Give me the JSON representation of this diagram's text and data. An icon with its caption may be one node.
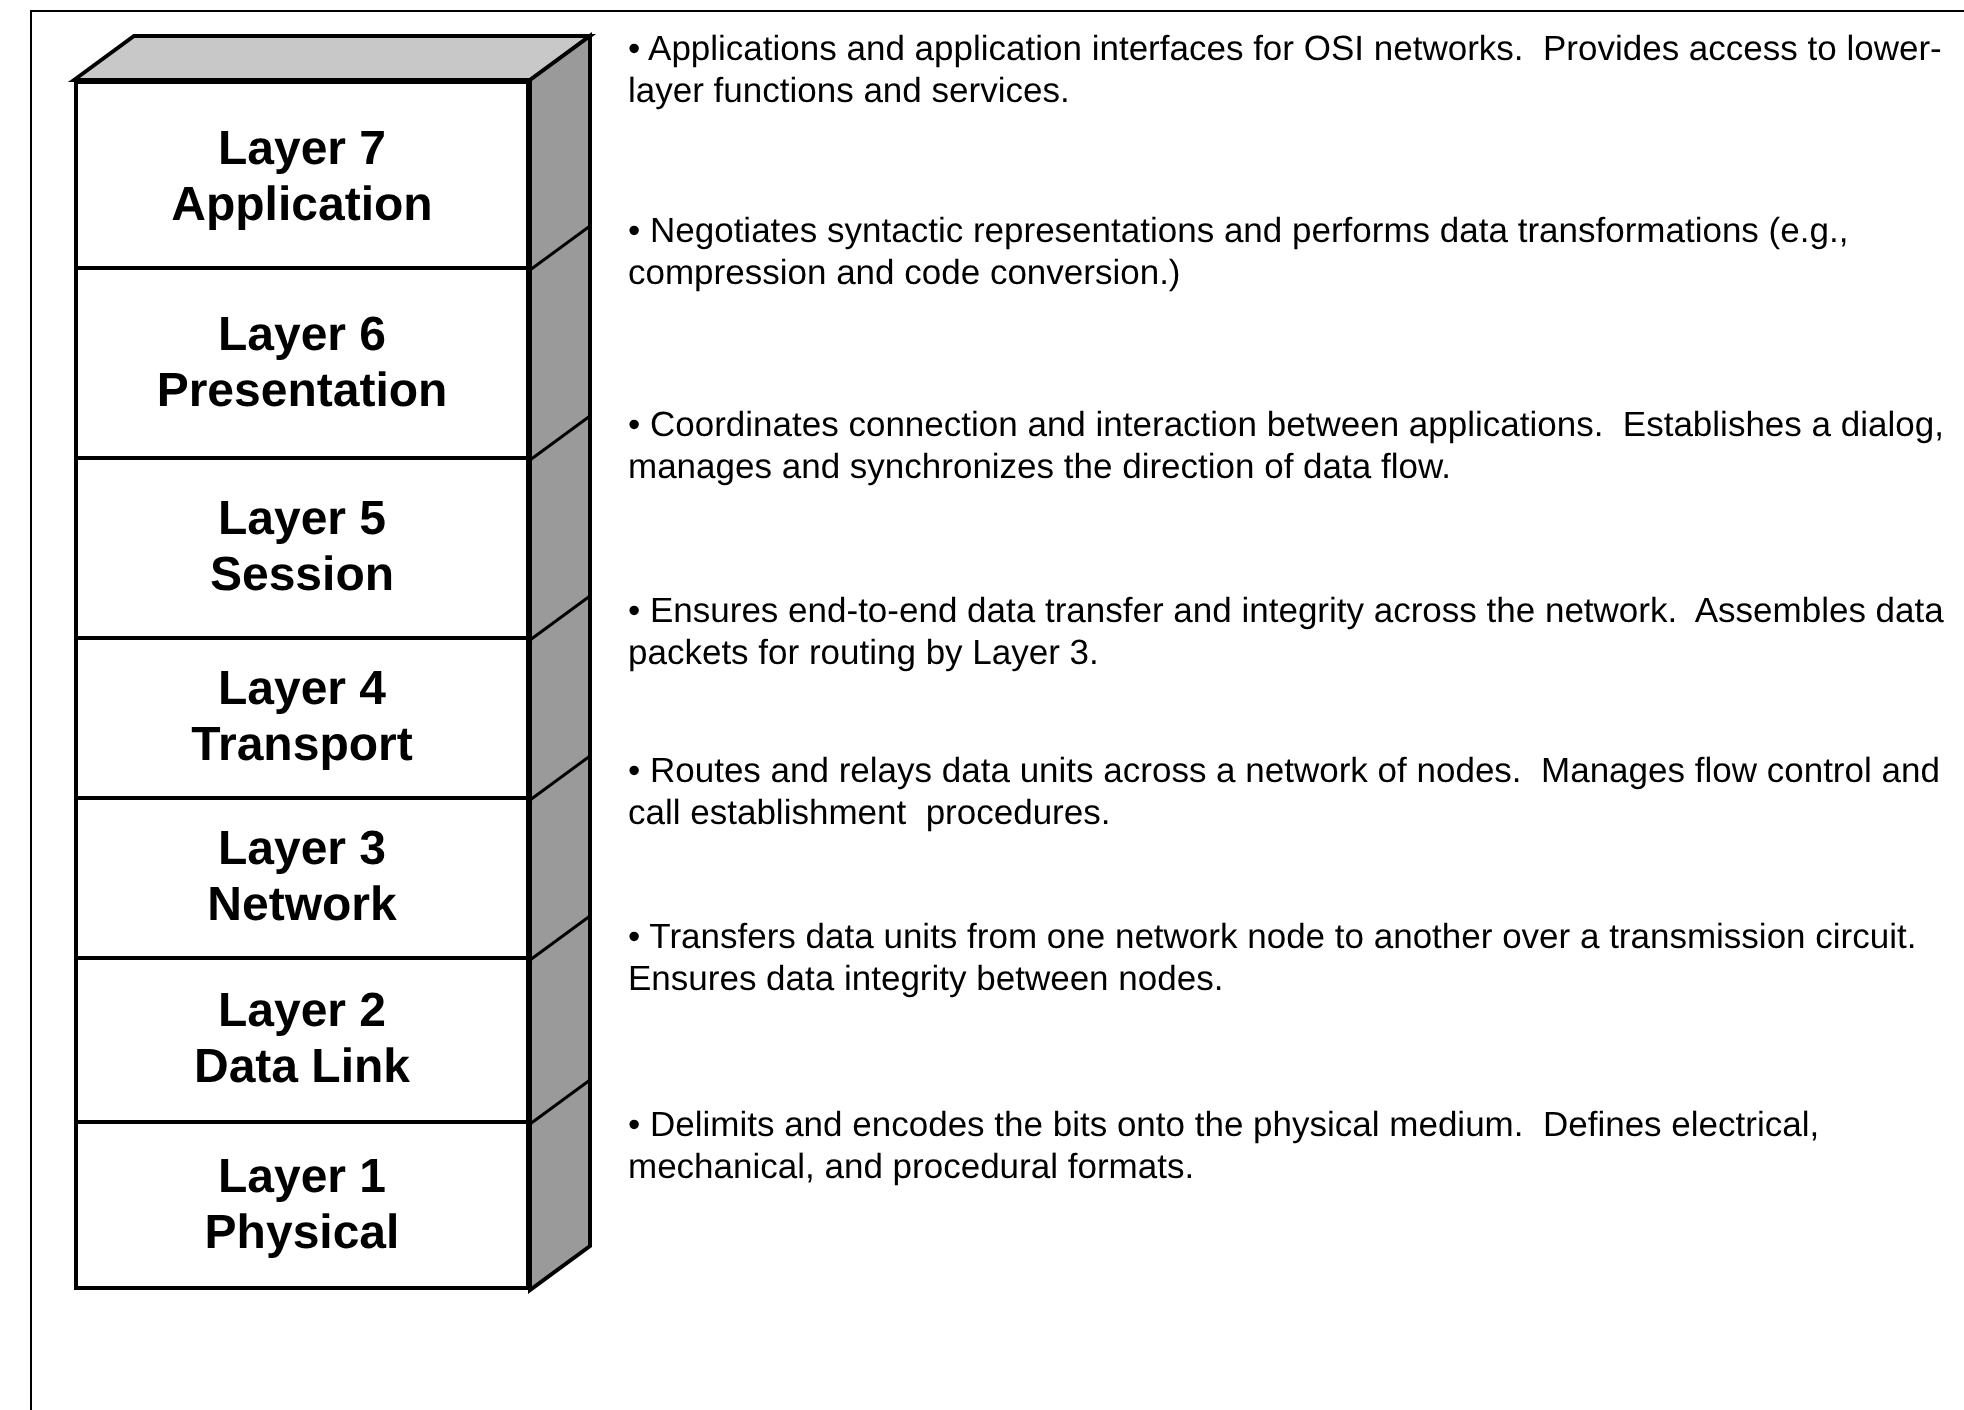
{
  "diagram": {
    "nodes": [
      {
        "text": [
          "Layer 7",
          "Application"
        ],
        "beside": [
          "• Applications and application interfaces for OSI networks.  Provides access to lower-layer functions and services."
        ]
      },
      {
        "text": [
          "Layer 6",
          "Presentation"
        ],
        "beside": [
          "• Negotiates syntactic representations and performs data transformations (e.g., compression and code conversion.)"
        ]
      },
      {
        "text": [
          "Layer 5",
          "Session"
        ],
        "beside": [
          "• Coordinates connection and interaction between applications.  Establishes a dialog, manages and synchronizes the direction of data flow."
        ]
      },
      {
        "text": [
          "Layer 4",
          "Transport"
        ],
        "beside": [
          "• Ensures end-to-end data transfer and integrity across the network.  Assembles data packets for routing by Layer 3."
        ]
      },
      {
        "text": [
          "Layer 3",
          "Network"
        ],
        "beside": [
          "• Routes and relays data units across a network of nodes.  Manages flow control and call establishment  procedures."
        ]
      },
      {
        "text": [
          "Layer 2",
          "Data Link"
        ],
        "beside": [
          "• Transfers data units from one network node to another over a transmission circuit.  Ensures data integrity between nodes."
        ]
      },
      {
        "text": [
          "Layer 1",
          "Physical"
        ],
        "beside": [
          "• Delimits and encodes the bits onto the physical medium.  Defines electrical, mechanical, and procedural formats."
        ]
      }
    ]
  }
}
